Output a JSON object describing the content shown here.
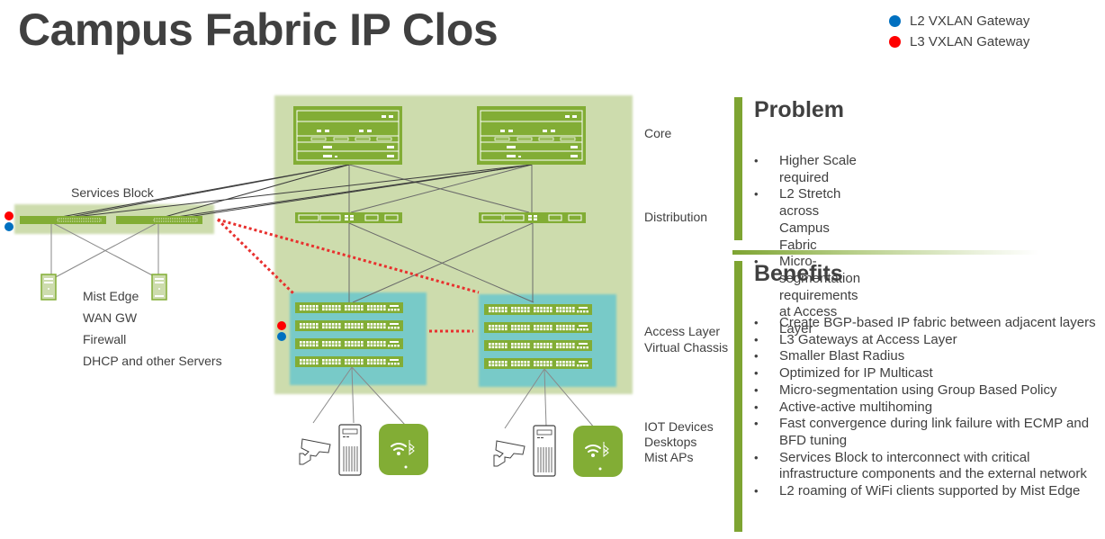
{
  "title": "Campus Fabric IP Clos",
  "legend": [
    {
      "label": "L2 VXLAN Gateway",
      "color": "#0070c0"
    },
    {
      "label": "L3 VXLAN Gateway",
      "color": "#ff0000"
    }
  ],
  "colors": {
    "fabric_bg": "#cddcad",
    "device_green": "#82ad35",
    "virtual_chassis": "#78cac8",
    "link_gray": "#6b6b6b",
    "l2_l3_dotted": "#e8302e"
  },
  "diagram": {
    "services_block_label": "Services Block",
    "services_list": [
      "Mist Edge",
      "WAN GW",
      "Firewall",
      "DHCP and other Servers"
    ],
    "layer_labels": {
      "core": "Core",
      "distribution": "Distribution",
      "access": [
        "Access Layer",
        "Virtual Chassis"
      ],
      "endpoints": [
        "IOT Devices",
        "Desktops",
        "Mist APs"
      ]
    }
  },
  "problem": {
    "heading": "Problem",
    "items": [
      "Higher Scale required",
      "L2 Stretch across Campus Fabric",
      "Micro-segmentation requirements at Access Layer"
    ]
  },
  "benefits": {
    "heading": "Benefits",
    "items": [
      "Create BGP-based IP fabric between adjacent layers",
      "L3 Gateways at Access Layer",
      "Smaller Blast Radius",
      "Optimized for IP Multicast",
      "Micro-segmentation using Group Based Policy",
      "Active-active multihoming",
      "Fast convergence during link failure with ECMP and BFD tuning",
      "Services Block to interconnect with critical infrastructure components and the external network",
      "L2 roaming of WiFi clients supported by Mist Edge"
    ]
  }
}
